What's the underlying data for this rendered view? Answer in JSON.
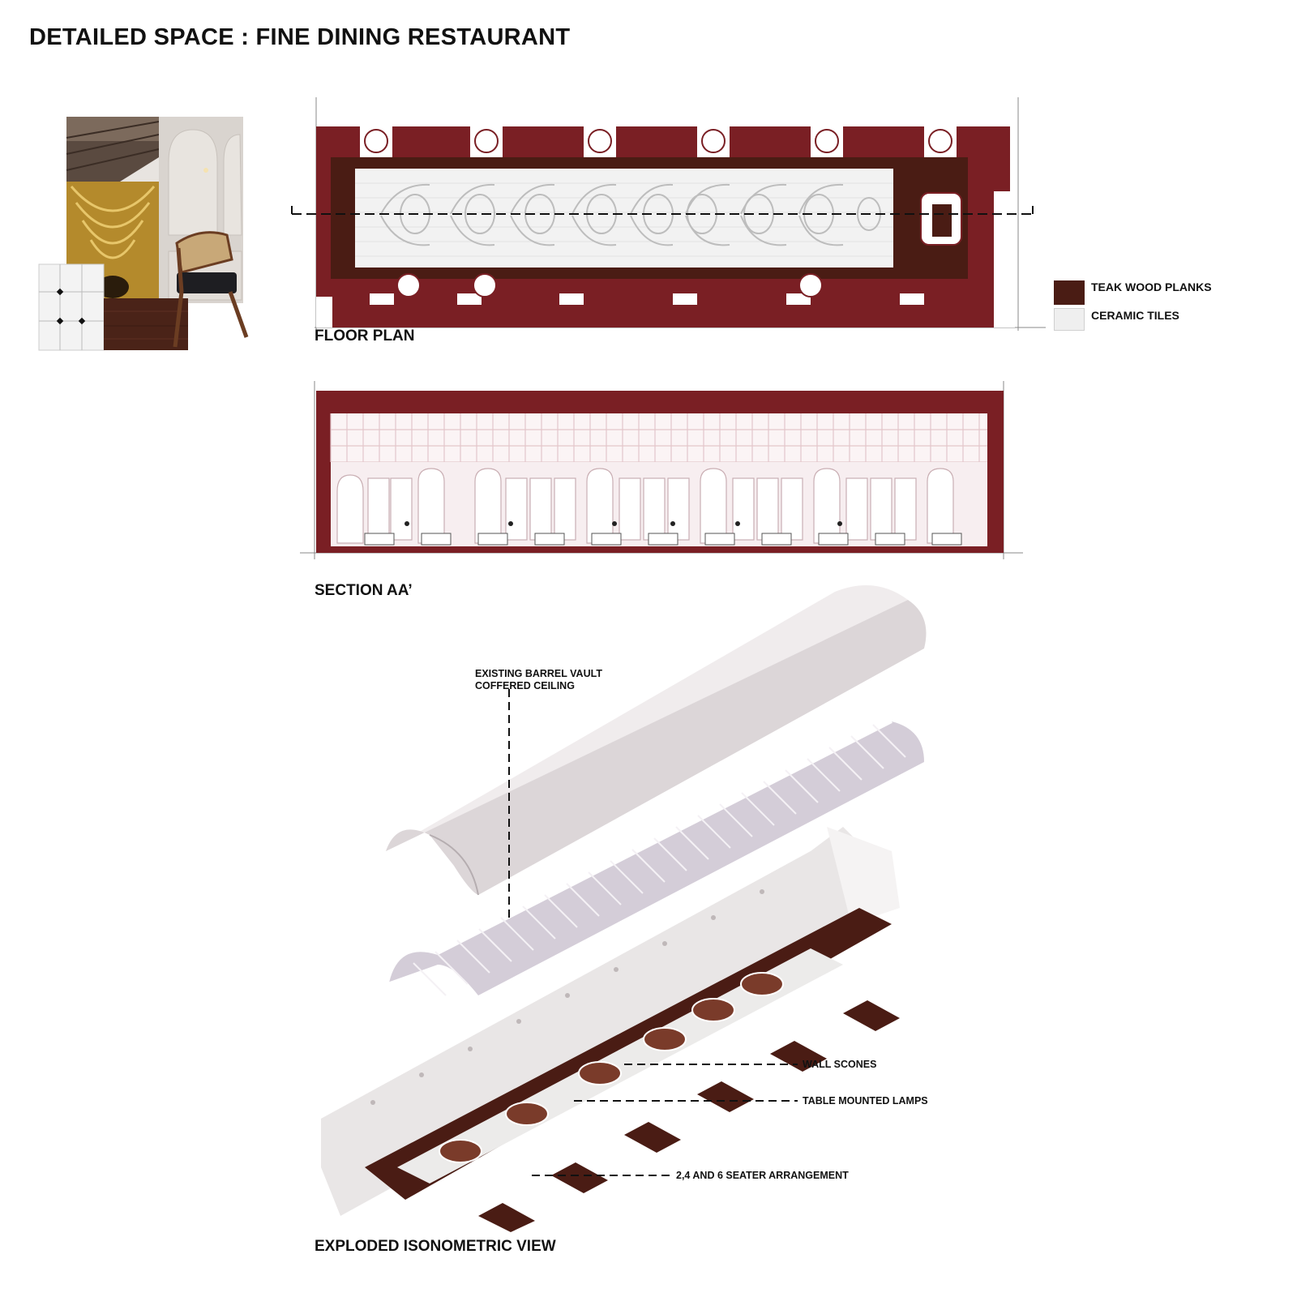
{
  "page": {
    "title": "DETAILED SPACE : FINE DINING RESTAURANT"
  },
  "colors": {
    "wall": "#7a1f24",
    "teak": "#4a1c14",
    "tile": "#efefef",
    "vault": "#d9d2d4"
  },
  "mood_board": {
    "tiles": [
      "wood-floor-photo",
      "arched-wall-panel-photo",
      "gold-coffered-vault-photo",
      "wooden-chair-photo",
      "ceramic-tile-swatch",
      "teak-wood-swatch"
    ]
  },
  "floor_plan": {
    "label": "FLOOR PLAN"
  },
  "legend": {
    "items": [
      {
        "label": "TEAK WOOD PLANKS",
        "color": "#4a1c14"
      },
      {
        "label": "CERAMIC TILES",
        "color": "#efefef"
      }
    ]
  },
  "section": {
    "label": "SECTION AA’"
  },
  "isometric": {
    "label": "EXPLODED ISONOMETRIC VIEW",
    "callouts": {
      "vault_line1": "EXISTING BARREL VAULT",
      "vault_line2": "COFFERED CEILING",
      "wall_scones": "WALL SCONES",
      "table_lamps": "TABLE MOUNTED LAMPS",
      "seating": "2,4 AND 6 SEATER ARRANGEMENT"
    }
  }
}
